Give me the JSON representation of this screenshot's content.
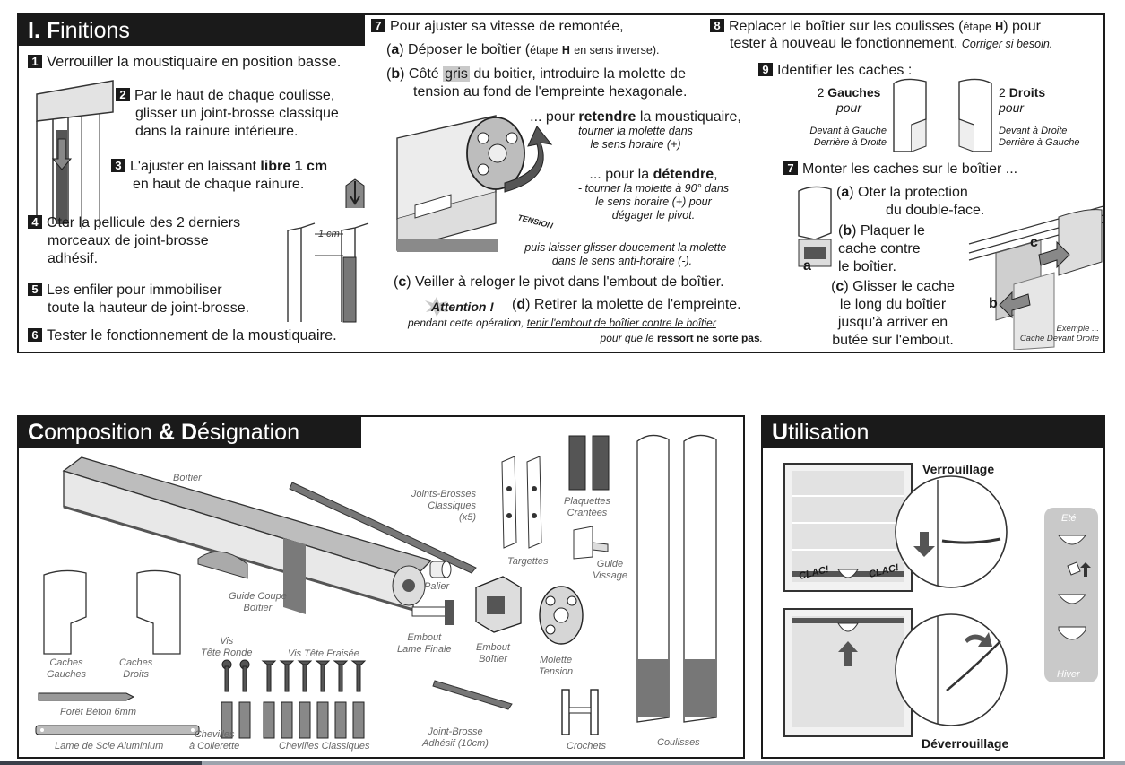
{
  "finitions": {
    "title_letter": "I. F",
    "title_rest": "initions",
    "step1": "Verrouiller la moustiquaire en position basse.",
    "step2_l1": "Par le haut de chaque coulisse,",
    "step2_l2": "glisser un joint-brosse classique",
    "step2_l3": "dans la rainure intérieure.",
    "step3_pre": "L'ajuster en laissant",
    "step3_bold": "libre 1 cm",
    "step3_l2": "en haut de chaque rainure.",
    "step4_l1": "Oter la pellicule des 2 derniers",
    "step4_l2": "morceaux de joint-brosse",
    "step4_l3": "adhésif.",
    "step5_l1": "Les enfiler pour immobiliser",
    "step5_l2": "toute la hauteur de joint-brosse.",
    "step6": "Tester le fonctionnement de la moustiquaire.",
    "cm_label": "1 cm",
    "step7_title": "Pour ajuster sa vitesse de remontée,",
    "step7a_pre": "Déposer le boîtier (",
    "step7a_small": "étape",
    "step7a_H": "H",
    "step7a_post": "en sens inverse).",
    "step7b_pre": "Côté",
    "step7b_gris": "gris",
    "step7b_post": "du boitier, introduire la molette de",
    "step7b_l2": "tension au fond de l'empreinte hexagonale.",
    "retendre_pre": "... pour",
    "retendre_bold": "retendre",
    "retendre_post": "la moustiquaire,",
    "retendre_l2": "tourner la molette dans",
    "retendre_l3": "le sens horaire (+)",
    "detendre_pre": "... pour la",
    "detendre_bold": "détendre",
    "detendre_l2": "- tourner la molette à 90° dans",
    "detendre_l3": "le sens horaire (+) pour",
    "detendre_l4": "dégager le pivot.",
    "glisser_l1": "- puis laisser glisser doucement la molette",
    "glisser_l2": "dans le sens anti-horaire (-).",
    "tension_label": "TENSION",
    "step7c": "Veiller à reloger le pivot dans l'embout de boîtier.",
    "attention": "Attention !",
    "step7d": "Retirer la molette de l'empreinte.",
    "attention_l1_pre": "pendant cette opération,",
    "attention_l1_u": "tenir l'embout de boîtier contre le boîtier",
    "attention_l2_pre": "pour que le",
    "attention_l2_bold": "ressort ne sorte pas",
    "step8_pre": "Replacer le boîtier sur les coulisses (",
    "step8_small": "étape",
    "step8_H": "H",
    "step8_post": ") pour",
    "step8_l2": "tester à nouveau le fonctionnement.",
    "step8_l2_it": "Corriger si besoin.",
    "step9": "Identifier les caches :",
    "gauches_count": "2",
    "gauches": "Gauches",
    "droits_count": "2",
    "droits": "Droits",
    "pour": "pour",
    "devant_gauche": "Devant à Gauche",
    "derriere_droite": "Derrière à Droite",
    "devant_droite": "Devant à Droite",
    "derriere_gauche": "Derrière à Gauche",
    "step7b2": "Monter les caches sur le boîtier ...",
    "cache_a_l1": "Oter la protection",
    "cache_a_l2": "du double-face.",
    "cache_b_l1": "Plaquer le",
    "cache_b_l2": "cache contre",
    "cache_b_l3": "le boîtier.",
    "cache_c_l1": "Glisser le cache",
    "cache_c_l2": "le long du boîtier",
    "cache_c_l3": "jusqu'à arriver en",
    "cache_c_l4": "butée sur l'embout.",
    "exemple_l1": "Exemple ...",
    "exemple_l2": "Cache Devant Droite",
    "lbl_a": "a",
    "lbl_b": "b",
    "lbl_c": "c",
    "num1": "1",
    "num2": "2",
    "num3": "3",
    "num4": "4",
    "num5": "5",
    "num6": "6",
    "num7": "7",
    "num8": "8",
    "num9": "9",
    "num7b": "7",
    "pa": "a",
    "pb": "b",
    "pc": "c",
    "pd": "d"
  },
  "composition": {
    "title_c": "C",
    "title_mid": "omposition",
    "title_amp": "&",
    "title_d": "D",
    "title_end": "ésignation",
    "boitier": "Boîtier",
    "joints_l1": "Joints-Brosses",
    "joints_l2": "Classiques",
    "joints_l3": "(x5)",
    "plaquettes_l1": "Plaquettes",
    "plaquettes_l2": "Crantées",
    "targettes": "Targettes",
    "guide_vissage_l1": "Guide",
    "guide_vissage_l2": "Vissage",
    "caches_gauches_l1": "Caches",
    "caches_gauches_l2": "Gauches",
    "caches_droits_l1": "Caches",
    "caches_droits_l2": "Droits",
    "guide_coupe_l1": "Guide Coupe",
    "guide_coupe_l2": "Boîtier",
    "palier": "Palier",
    "embout_lame_l1": "Embout",
    "embout_lame_l2": "Lame Finale",
    "embout_boitier_l1": "Embout",
    "embout_boitier_l2": "Boîtier",
    "molette_l1": "Molette",
    "molette_l2": "Tension",
    "vis_ronde_l1": "Vis",
    "vis_ronde_l2": "Tête Ronde",
    "vis_fraisee": "Vis Tête Fraisée",
    "foret": "Forêt Béton 6mm",
    "lame_scie": "Lame de Scie Aluminium",
    "chevilles_col_l1": "Chevilles",
    "chevilles_col_l2": "à Collerette",
    "chevilles_class": "Chevilles Classiques",
    "joint_adh_l1": "Joint-Brosse",
    "joint_adh_l2": "Adhésif (10cm)",
    "crochets": "Crochets",
    "coulisses": "Coulisses"
  },
  "utilisation": {
    "title_u": "U",
    "title_rest": "tilisation",
    "verrouillage": "Verrouillage",
    "deverrouillage": "Déverrouillage",
    "clac": "CLAC!",
    "ete": "Eté",
    "hiver": "Hiver"
  },
  "colors": {
    "ink": "#1a1a1a",
    "grey": "#c9c9c9",
    "label": "#666666"
  }
}
